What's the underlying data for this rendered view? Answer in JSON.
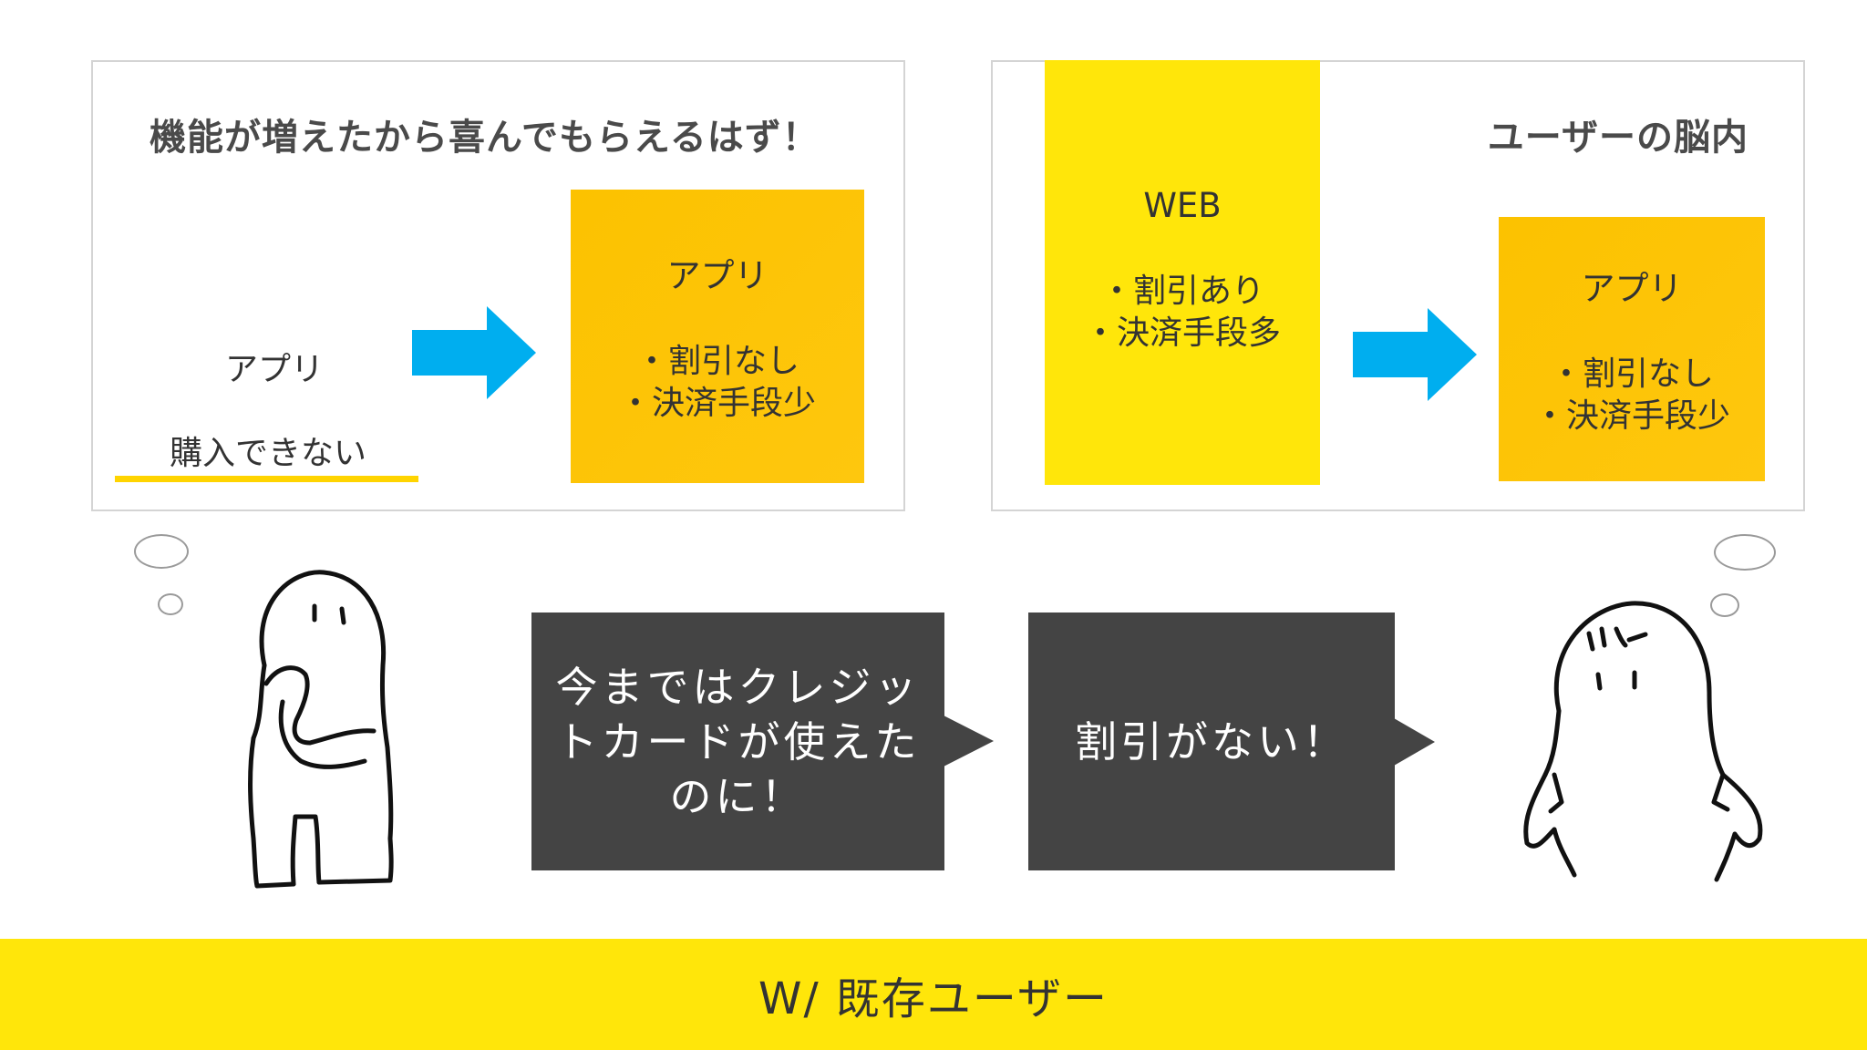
{
  "left_panel": {
    "title": "機能が増えたから喜んでもらえるはず！",
    "before": {
      "label": "アプリ",
      "note": "購入できない"
    },
    "after_box": {
      "heading": "アプリ",
      "bullets": [
        "・割引なし",
        "・決済手段少"
      ]
    }
  },
  "right_panel": {
    "title": "ユーザーの脳内",
    "web_box": {
      "heading": "WEB",
      "bullets": [
        "・割引あり",
        "・決済手段多"
      ]
    },
    "app_box": {
      "heading": "アプリ",
      "bullets": [
        "・割引なし",
        "・決済手段少"
      ]
    }
  },
  "speech": {
    "bubble_1": "今まではクレジットカードが使えたのに！",
    "bubble_1_lines": [
      "今まではクレジッ",
      "トカードが使えた",
      "のに！"
    ],
    "bubble_2": "割引がない！"
  },
  "footer": {
    "label": "W/ 既存ユーザー"
  },
  "colors": {
    "accent_yellow": "#ffe60a",
    "accent_orange": "#fcc200",
    "arrow_blue": "#00aeef",
    "bubble_dark": "#444444",
    "panel_border": "#d4d4d4"
  }
}
